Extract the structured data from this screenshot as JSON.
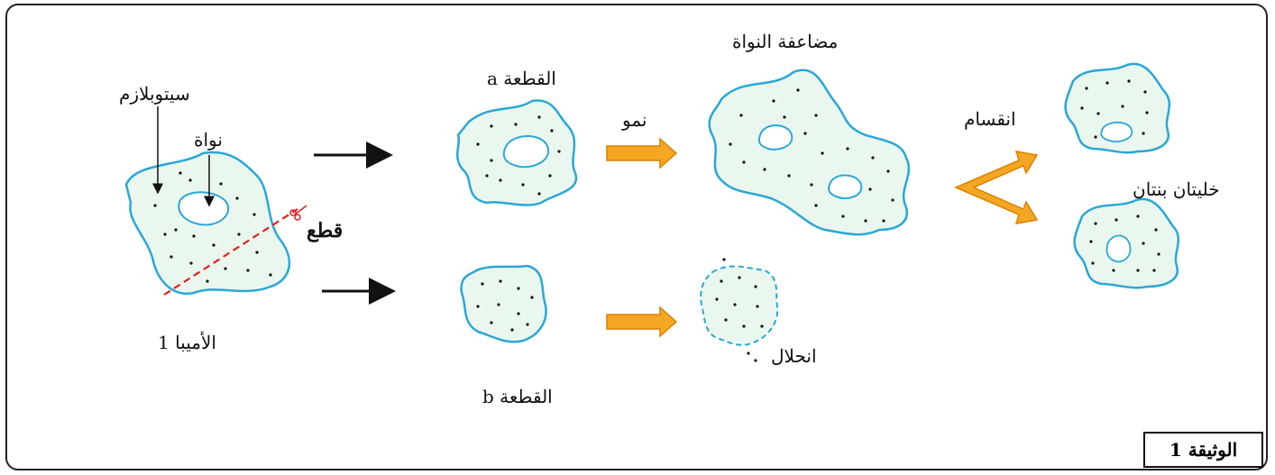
{
  "labels": {
    "cytoplasm": "سيتوبلازم",
    "nucleus": "نواة",
    "cut": "قطع",
    "amoeba": "الأميبا 1",
    "fragment_a": "القطعة a",
    "fragment_b": "القطعة b",
    "growth": "نمو",
    "nucleus_doubling": "مضاعفة النواة",
    "division": "انقسام",
    "daughter_cells": "خليتان بنتان",
    "lysis": "انحلال",
    "document": "الوثيقة 1"
  },
  "colors": {
    "membrane": "#2aa7d6",
    "cytoplasm_fill": "#eaf7ee",
    "cut_line": "#e32020",
    "orange_arrow": "#f5a623",
    "orange_arrow_stroke": "#d98200",
    "black_arrow": "#111111"
  }
}
